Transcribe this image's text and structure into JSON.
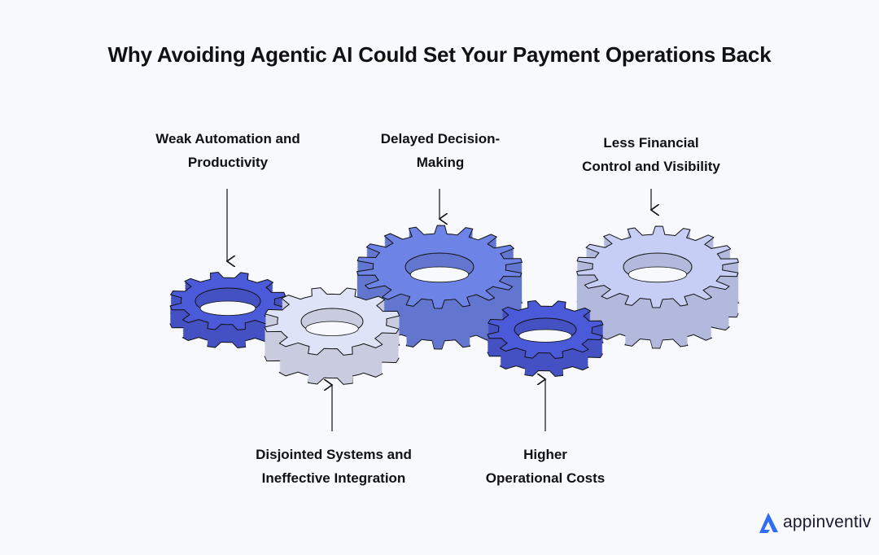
{
  "title": "Why Avoiding Agentic AI Could Set Your Payment Operations Back",
  "labels": {
    "weak_automation": [
      "Weak Automation and",
      "Productivity"
    ],
    "delayed_decision": [
      "Delayed Decision-",
      "Making"
    ],
    "less_financial": [
      "Less Financial",
      "Control and Visibility"
    ],
    "disjointed": [
      "Disjointed Systems and",
      "Ineffective Integration"
    ],
    "higher_costs": [
      "Higher",
      "Operational Costs"
    ]
  },
  "logo": {
    "text": "appinventiv",
    "color": "#2f6df6"
  },
  "colors": {
    "dark_blue": "#4b5ad9",
    "medium_blue": "#6d83e6",
    "light_blue": "#dfe3f7",
    "lavender": "#c6cef5",
    "background": "#f7f9fd"
  }
}
